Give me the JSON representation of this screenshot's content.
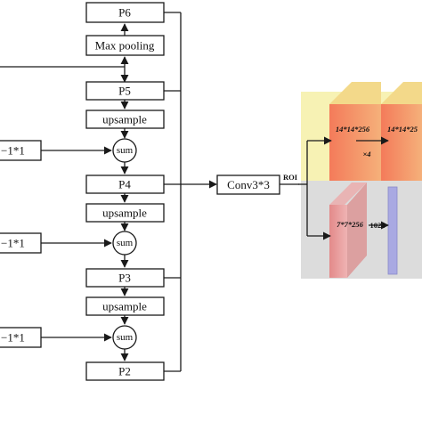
{
  "pyramid": {
    "p6": "P6",
    "max_pooling": "Max pooling",
    "p5": "P5",
    "upsample_1": "upsample",
    "sum_1": "sum",
    "p4": "P4",
    "upsample_2": "upsample",
    "sum_2": "sum",
    "p3": "P3",
    "upsample_3": "upsample",
    "sum_3": "sum",
    "p2": "P2"
  },
  "lateral": {
    "conv_1": "−1*1",
    "conv_2": "−1*1",
    "conv_3": "−1*1"
  },
  "head": {
    "conv3": "Conv3*3",
    "roi": "ROI",
    "mask_block_1": "14*14*256",
    "mask_block_2": "14*14*25",
    "times4": "×4",
    "box_block": "7*7*256",
    "fc": "1024"
  },
  "colors": {
    "mask_panel": "#f7f2b4",
    "mask_block": "#f27f5e",
    "box_panel": "#dcdcdc",
    "box_block": "#e59292",
    "fc_block": "#a9a9e2"
  }
}
